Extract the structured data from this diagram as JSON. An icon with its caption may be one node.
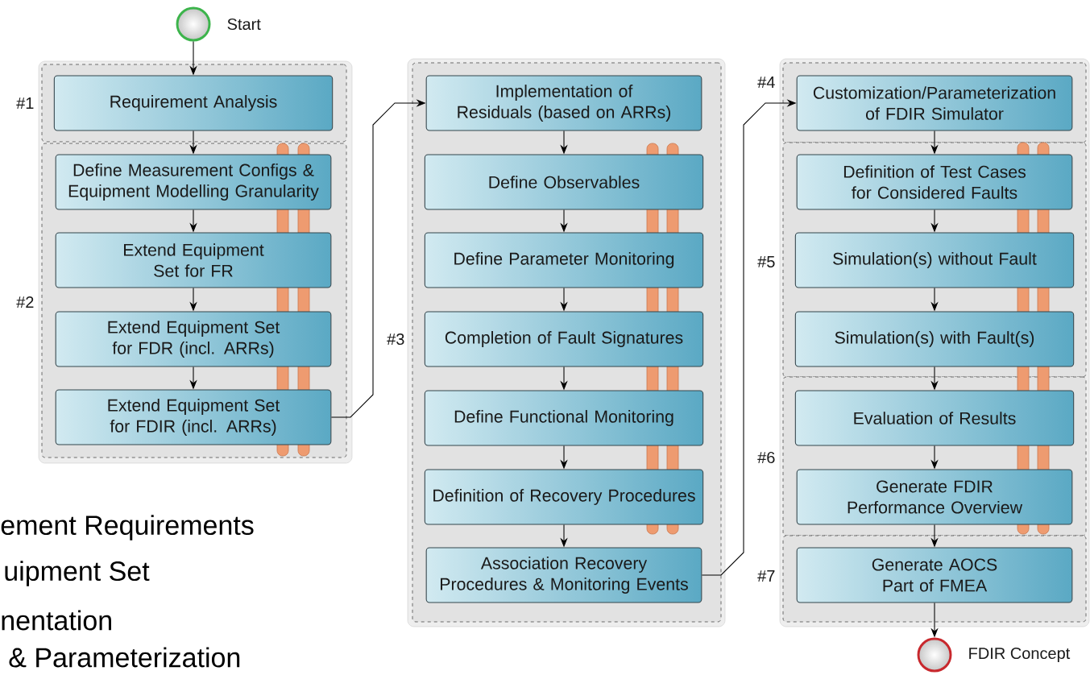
{
  "diagram": {
    "nodes": [
      {
        "text": [],
        "shape": "circle",
        "beside": [
          "Start"
        ]
      },
      {
        "text": [
          "#1"
        ]
      },
      {
        "text": [
          "Requirement Analysis"
        ],
        "in": 1
      },
      {
        "text": [
          "#2"
        ]
      },
      {
        "text": [
          "Define Measurement Configs & Equipment Modelling Granularity"
        ],
        "in": 3
      },
      {
        "text": [
          "Extend Equipment Set for FR"
        ],
        "in": 3
      },
      {
        "text": [
          "Extend Equipment Set for FDR (incl. ARRs)"
        ],
        "in": 3
      },
      {
        "text": [
          "Extend Equipment Set for FDIR (incl. ARRs)"
        ],
        "in": 3
      },
      {
        "text": [
          "#3"
        ]
      },
      {
        "text": [
          "Implementation of Residuals (based on ARRs)"
        ],
        "in": 8
      },
      {
        "text": [
          "Define Observables"
        ],
        "in": 8
      },
      {
        "text": [
          "Define Parameter Monitoring"
        ],
        "in": 8
      },
      {
        "text": [
          "Completion of Fault Signatures"
        ],
        "in": 8
      },
      {
        "text": [
          "Define Functional Monitoring"
        ],
        "in": 8
      },
      {
        "text": [
          "Definition of Recovery Procedures"
        ],
        "in": 8
      },
      {
        "text": [
          "Association Recovery Procedures & Monitoring Events"
        ],
        "in": 8
      },
      {
        "text": [
          "#4"
        ]
      },
      {
        "text": [
          "Customization/Parameterization of FDIR Simulator"
        ],
        "in": 16
      },
      {
        "text": [
          "#5"
        ]
      },
      {
        "text": [
          "Definition of Test Cases for Considered Faults"
        ],
        "in": 18
      },
      {
        "text": [
          "Simulation(s) without Fault"
        ],
        "in": 18
      },
      {
        "text": [
          "Simulation(s) with Fault(s)"
        ],
        "in": 18
      },
      {
        "text": [
          "#6"
        ]
      },
      {
        "text": [
          "Evaluation of Results"
        ],
        "in": 22
      },
      {
        "text": [
          "Generate FDIR Performance Overview"
        ],
        "in": 22
      },
      {
        "text": [
          "#7"
        ]
      },
      {
        "text": [
          "Generate AOCS Part of FMEA"
        ],
        "in": 25
      },
      {
        "text": [],
        "shape": "circle",
        "beside": [
          "FDIR Concept"
        ]
      }
    ],
    "edges": [
      {
        "from": 0,
        "to": 2,
        "arrow": "to"
      },
      {
        "from": 2,
        "to": 4,
        "arrow": "to"
      },
      {
        "from": 4,
        "to": 5,
        "arrow": "to"
      },
      {
        "from": 5,
        "to": 6,
        "arrow": "to"
      },
      {
        "from": 6,
        "to": 7,
        "arrow": "to"
      },
      {
        "from": 7,
        "to": 9,
        "arrow": "to"
      },
      {
        "from": 9,
        "to": 10,
        "arrow": "to"
      },
      {
        "from": 10,
        "to": 11,
        "arrow": "to"
      },
      {
        "from": 11,
        "to": 12,
        "arrow": "to"
      },
      {
        "from": 12,
        "to": 13,
        "arrow": "to"
      },
      {
        "from": 13,
        "to": 14,
        "arrow": "to"
      },
      {
        "from": 14,
        "to": 15,
        "arrow": "to"
      },
      {
        "from": 15,
        "to": 17,
        "arrow": "to"
      },
      {
        "from": 17,
        "to": 19,
        "arrow": "to"
      },
      {
        "from": 19,
        "to": 20,
        "arrow": "to"
      },
      {
        "from": 20,
        "to": 21,
        "arrow": "to"
      },
      {
        "from": 21,
        "to": 23,
        "arrow": "to"
      },
      {
        "from": 23,
        "to": 24,
        "arrow": "to"
      },
      {
        "from": 24,
        "to": 26,
        "arrow": "to"
      },
      {
        "from": 26,
        "to": 27,
        "arrow": "to"
      }
    ],
    "labels": [
      "ement Requirements",
      "uipment Set",
      "nentation",
      "& Parameterization"
    ]
  }
}
